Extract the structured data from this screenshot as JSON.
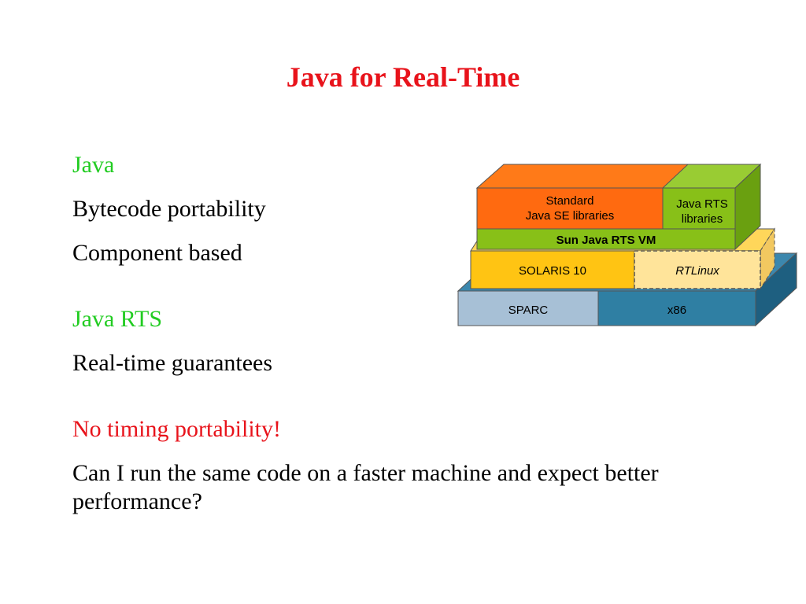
{
  "slide": {
    "title": "Java for Real-Time",
    "sections": {
      "java_heading": "Java",
      "java_item_1": "Bytecode portability",
      "java_item_2": "Component based",
      "rts_heading": "Java RTS",
      "rts_item_1": "Real-time guarantees",
      "warning_heading": "No timing portability!",
      "warning_body": "Can I run the same code on a faster machine and expect better performance?"
    }
  },
  "diagram": {
    "std_libs_line1": "Standard",
    "std_libs_line2": "Java SE libraries",
    "rts_libs_line1": "Java RTS",
    "rts_libs_line2": "libraries",
    "vm": "Sun Java RTS VM",
    "solaris": "SOLARIS 10",
    "rtlinux": "RTLinux",
    "sparc": "SPARC",
    "x86": "x86",
    "colors": {
      "orange": "#ff6a10",
      "green": "#88c018",
      "yellow": "#ffc413",
      "light_yellow": "#ffe49a",
      "light_blue": "#a7c0d6",
      "blue": "#2f7fa3"
    }
  }
}
